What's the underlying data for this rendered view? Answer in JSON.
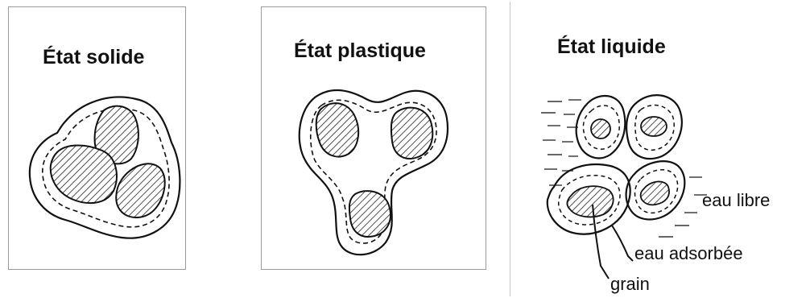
{
  "panels": {
    "solid": {
      "title": "État solide"
    },
    "plastic": {
      "title": "État plastique"
    },
    "liquid": {
      "title": "État liquide",
      "labels": {
        "free_water": "eau libre",
        "adsorbed_water": "eau adsorbée",
        "grain": "grain"
      }
    }
  }
}
